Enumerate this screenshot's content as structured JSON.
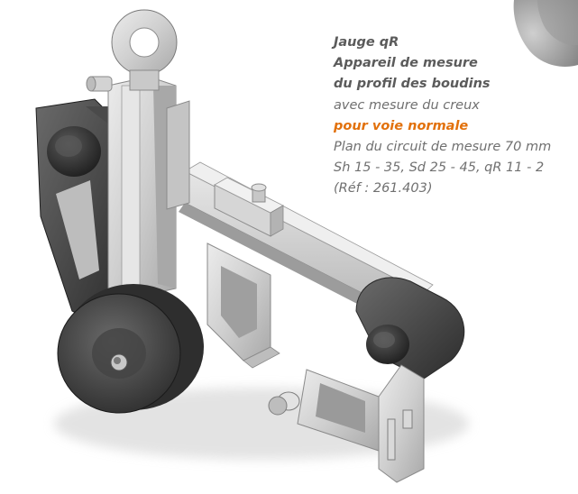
{
  "caption": {
    "line1": "Jauge qR",
    "line2": "Appareil de mesure",
    "line3": "du profil des boudins",
    "line4": "avec mesure du creux",
    "line5": "pour voie normale",
    "line6": "Plan du circuit de mesure 70 mm",
    "line7": "Sh 15 - 35, Sd 25 - 45, qR 11 - 2",
    "line8": "(Réf : 261.403)"
  },
  "colors": {
    "accent": "#e2710c",
    "caption_text": "#707070",
    "metal": "#c9c9c9",
    "dark_parts": "#3f3f3f"
  },
  "icons": [
    "gauge-illustration",
    "wheel-detail-photo"
  ]
}
